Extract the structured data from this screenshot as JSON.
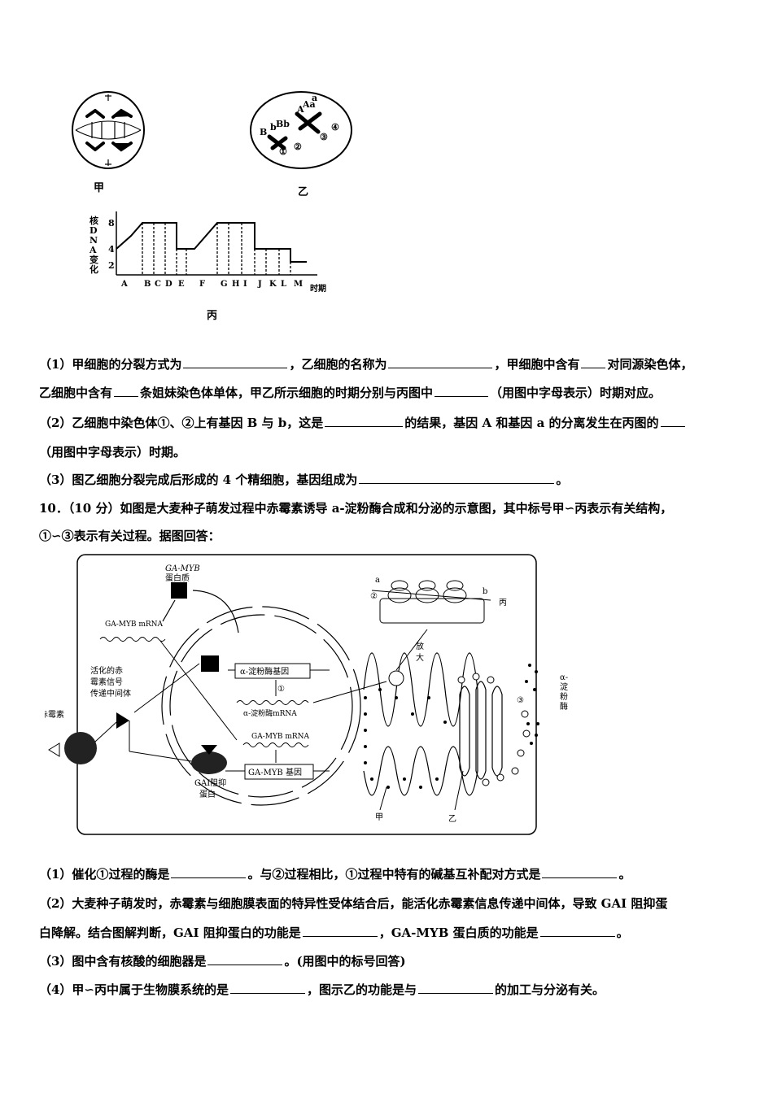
{
  "figures": {
    "jia_label": "甲",
    "yi_label": "乙",
    "bing_label": "丙",
    "yi_genes": [
      "B",
      "b",
      "Bb",
      "A",
      "Aa",
      "a",
      "①",
      "②",
      "③",
      "④"
    ],
    "graph": {
      "ylabel": "核DNA变化",
      "yticks": [
        "8",
        "4",
        "2"
      ],
      "xticks": [
        "A",
        "B",
        "C",
        "D",
        "E",
        "F",
        "G",
        "H",
        "I",
        "J",
        "K",
        "L",
        "M"
      ],
      "xlabel": "时期"
    }
  },
  "q9": {
    "p1a": "（1）甲细胞的分裂方式为",
    "p1b": "，乙细胞的名称为",
    "p1c": "，甲细胞中含有",
    "p1d": "对同源染色体，",
    "p2a": "乙细胞中含有",
    "p2b": "条姐妹染色体单体，甲乙所示细胞的时期分别与丙图中",
    "p2c": "（用图中字母表示）时期对应。",
    "p3a": "（2）乙细胞中染色体①、②上有基因 B 与 b，这是",
    "p3b": "的结果，基因 A 和基因 a 的分离发生在丙图的",
    "p4": "（用图中字母表示）时期。",
    "p5a": "（3）图乙细胞分裂完成后形成的 4 个精细胞，基因组成为",
    "p5b": "。"
  },
  "q10": {
    "intro1": "10．（10 分）如图是大麦种子萌发过程中赤霉素诱导 a-淀粉酶合成和分泌的示意图，其中标号甲∽丙表示有关结构，",
    "intro2": "①∽③表示有关过程。据图回答：",
    "diagram": {
      "gamyb_protein": "GA-MYB",
      "protein_word": "蛋白质",
      "gamyb_mrna": "GA-MYB  mRNA",
      "amylase_gene": "α-淀粉酶基因",
      "amylase_mrna": "α-淀粉酶mRNA",
      "gamyb_mrna2": "GA-MYB  mRNA",
      "gamyb_gene": "GA-MYB 基因",
      "signal1": "活化的赤",
      "signal2": "霉素信号",
      "signal3": "传递中间体",
      "gibberellin": "赤霉素",
      "gai1": "GAI阻抑",
      "gai2": "蛋白",
      "enlarge1": "放",
      "enlarge2": "大",
      "a": "a",
      "b": "b",
      "c2": "②",
      "bing": "丙",
      "c1": "①",
      "c3": "③",
      "jia": "甲",
      "yi": "乙",
      "amylase_side": "α-淀粉酶"
    },
    "p1a": "（1）催化①过程的酶是",
    "p1b": "。与②过程相比，①过程中特有的碱基互补配对方式是",
    "p1c": "。",
    "p2a": "（2）大麦种子萌发时，赤霉素与细胞膜表面的特异性受体结合后，能活化赤霉素信息传递中间体，导致 GAI 阻抑蛋",
    "p2b": "白降解。结合图解判断，GAI 阻抑蛋白的功能是",
    "p2c": "，GA-MYB 蛋白质的功能是",
    "p2d": "。",
    "p3a": "（3）图中含有核酸的细胞器是",
    "p3b": "。(用图中的标号回答)",
    "p4a": "（4）甲∽丙中属于生物膜系统的是",
    "p4b": "，图示乙的功能是与",
    "p4c": "的加工与分泌有关。"
  }
}
